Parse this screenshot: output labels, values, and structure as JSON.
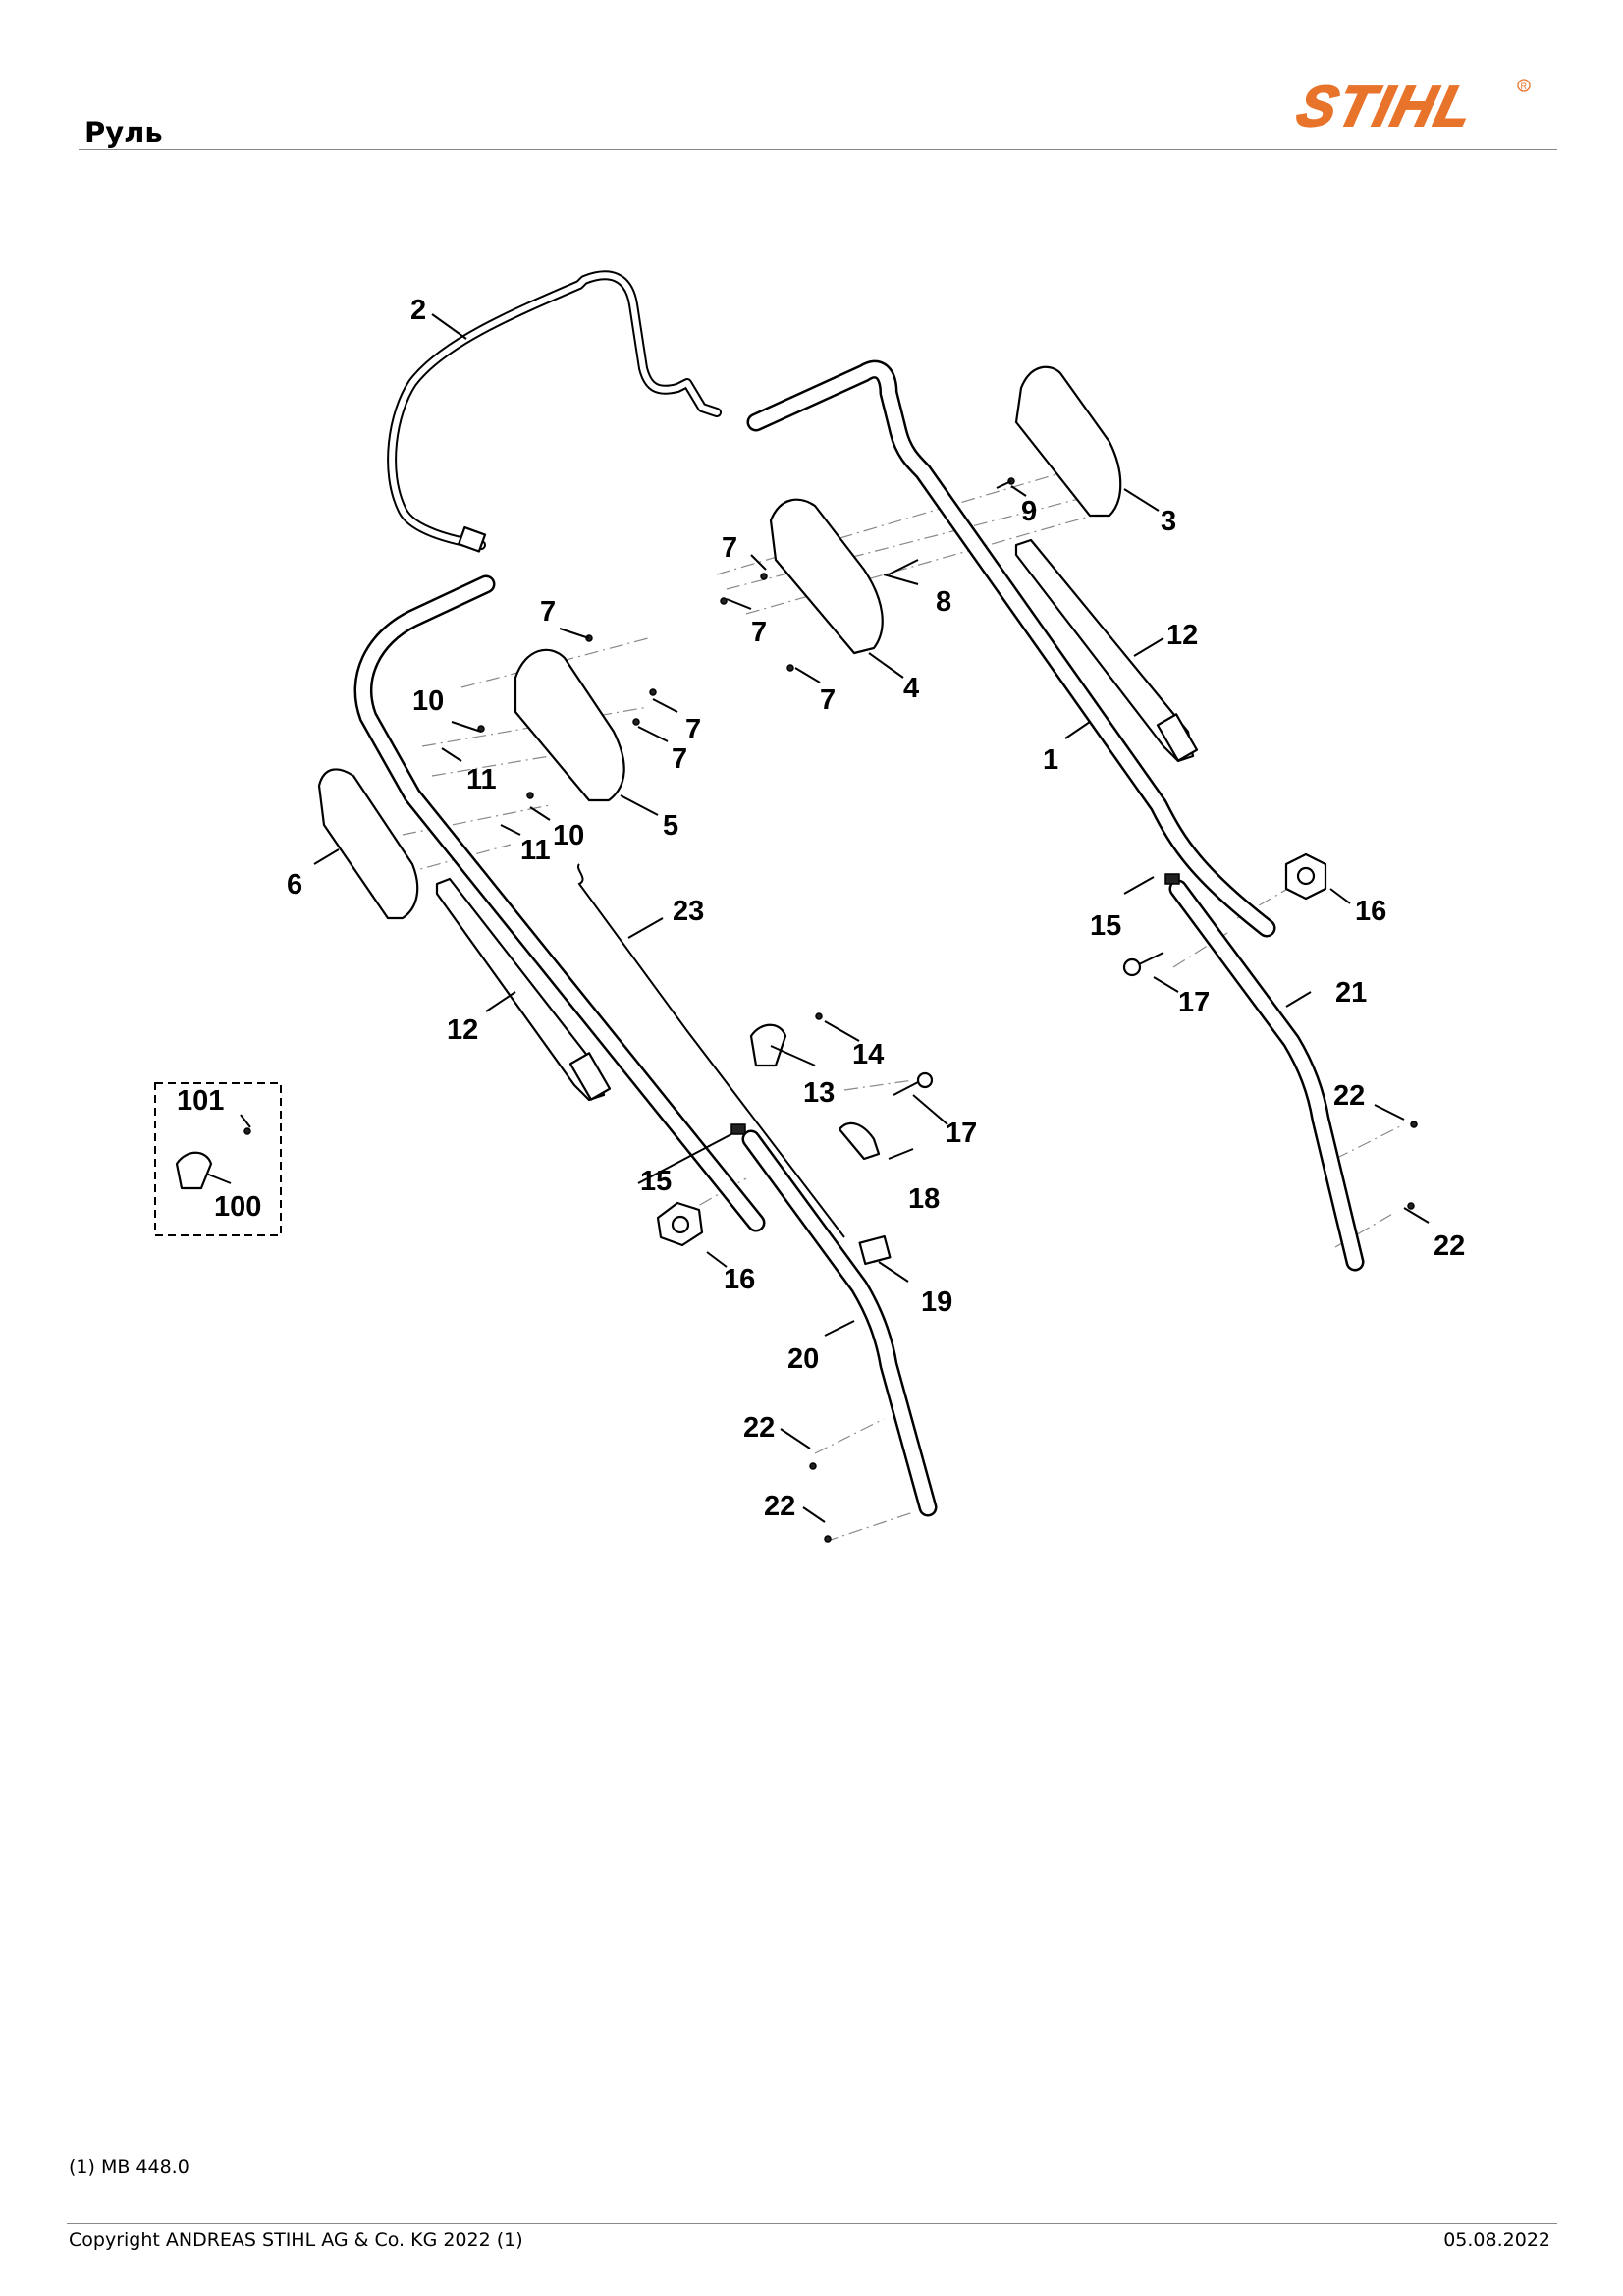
{
  "header": {
    "title": "Руль",
    "logo_text": "STIHL",
    "logo_color": "#e8732a"
  },
  "diagram": {
    "callouts": [
      "1",
      "2",
      "3",
      "4",
      "5",
      "6",
      "7",
      "8",
      "9",
      "10",
      "11",
      "12",
      "13",
      "14",
      "15",
      "16",
      "17",
      "18",
      "19",
      "20",
      "21",
      "22",
      "23",
      "100",
      "101"
    ]
  },
  "footer": {
    "note": "(1) MB 448.0",
    "copyright": "Copyright ANDREAS STIHL AG & Co. KG 2022 (1)",
    "date": "05.08.2022"
  }
}
